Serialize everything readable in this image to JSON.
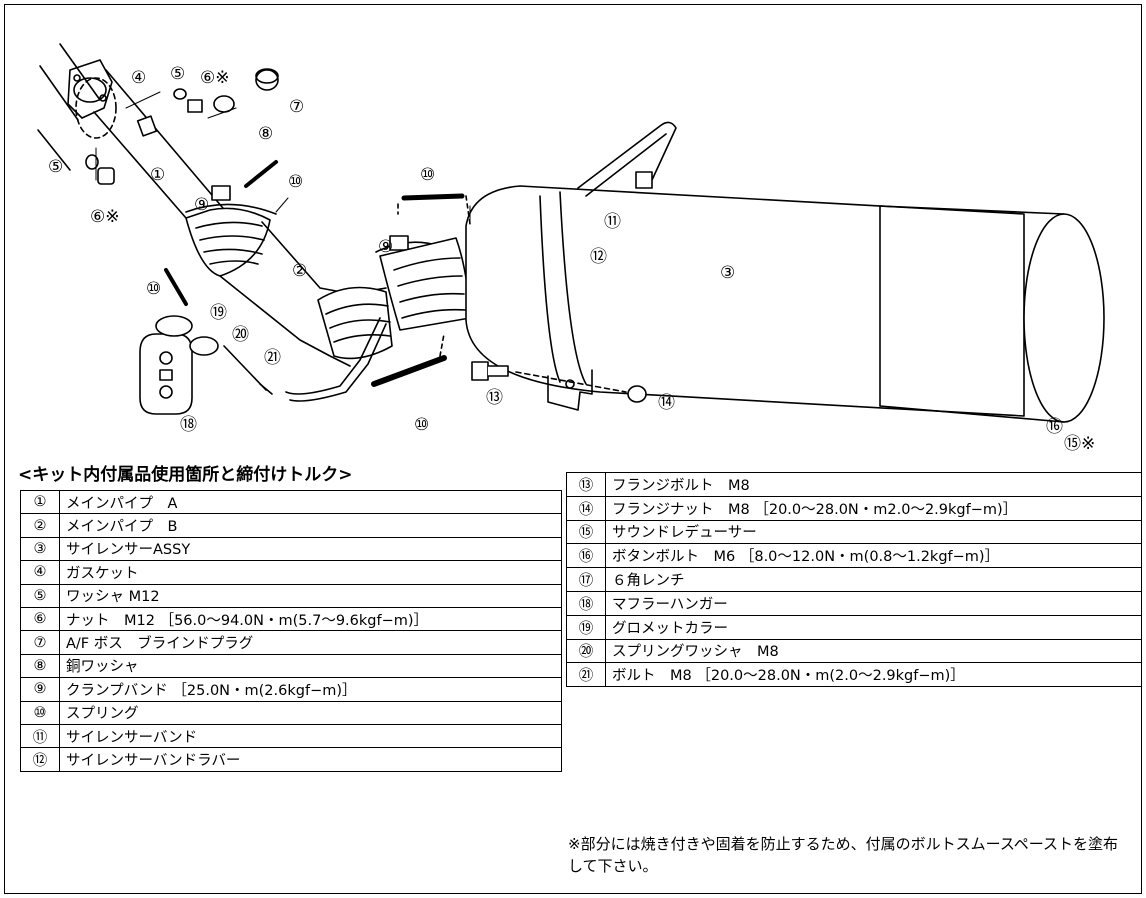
{
  "diagram_labels": {
    "c1": "①",
    "c2": "②",
    "c3": "③",
    "c4": "④",
    "c5a": "⑤",
    "c5b": "⑤",
    "c6a": "⑥※",
    "c6b": "⑥※",
    "c7": "⑦",
    "c8": "⑧",
    "c9a": "⑨",
    "c9b": "⑨",
    "c10a": "⑩",
    "c10b": "⑩",
    "c10c": "⑩",
    "c10d": "⑩",
    "c11": "⑪",
    "c12": "⑫",
    "c13": "⑬",
    "c14": "⑭",
    "c15": "⑮※",
    "c16": "⑯",
    "c18": "⑱",
    "c19": "⑲",
    "c20": "⑳",
    "c21": "㉑"
  },
  "section_title": "<キット内付属品使用箇所と締付けトルク>",
  "parts_left": [
    {
      "num": "①",
      "name": "メインパイプ　A"
    },
    {
      "num": "②",
      "name": "メインパイプ　B"
    },
    {
      "num": "③",
      "name": "サイレンサーASSY"
    },
    {
      "num": "④",
      "name": "ガスケット"
    },
    {
      "num": "⑤",
      "name": "ワッシャ M12"
    },
    {
      "num": "⑥",
      "name": "ナット　M12 ［56.0～94.0N・m(5.7～9.6kgf−m)］"
    },
    {
      "num": "⑦",
      "name": "A/F ボス　ブラインドプラグ"
    },
    {
      "num": "⑧",
      "name": "銅ワッシャ"
    },
    {
      "num": "⑨",
      "name": "クランプバンド ［25.0N・m(2.6kgf−m)］"
    },
    {
      "num": "⑩",
      "name": "スプリング"
    },
    {
      "num": "⑪",
      "name": "サイレンサーバンド"
    },
    {
      "num": "⑫",
      "name": "サイレンサーバンドラバー"
    }
  ],
  "parts_right": [
    {
      "num": "⑬",
      "name": "フランジボルト　M8"
    },
    {
      "num": "⑭",
      "name": "フランジナット　M8 ［20.0～28.0N・m2.0～2.9kgf−m)］"
    },
    {
      "num": "⑮",
      "name": "サウンドレデューサー"
    },
    {
      "num": "⑯",
      "name": "ボタンボルト　M6 ［8.0～12.0N・m(0.8～1.2kgf−m)］"
    },
    {
      "num": "⑰",
      "name": "６角レンチ"
    },
    {
      "num": "⑱",
      "name": "マフラーハンガー"
    },
    {
      "num": "⑲",
      "name": "グロメットカラー"
    },
    {
      "num": "⑳",
      "name": "スプリングワッシャ　M8"
    },
    {
      "num": "㉑",
      "name": "ボルト　M8 ［20.0～28.0N・m(2.0～2.9kgf−m)］"
    }
  ],
  "note": "※部分には焼き付きや固着を防止するため、付属のボルトスムースペーストを塗布して下さい。"
}
